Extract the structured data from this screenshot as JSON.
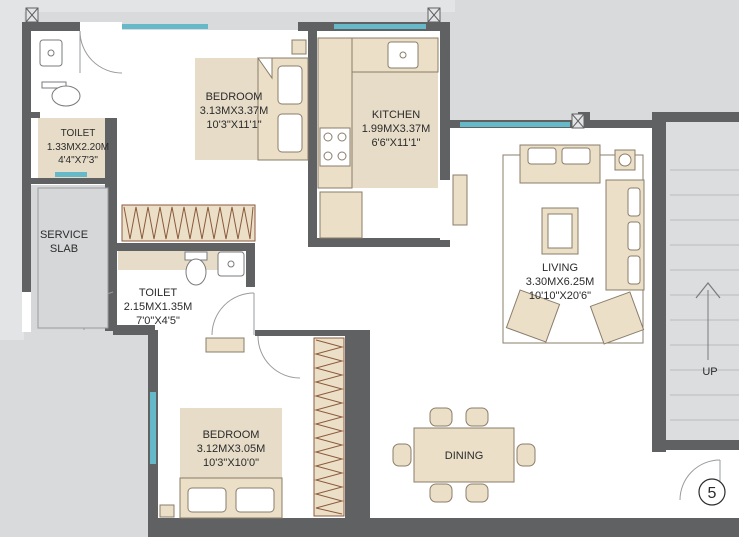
{
  "rooms": {
    "toilet_1": {
      "name": "TOILET",
      "size_m": "1.33MX2.20M",
      "size_ft": "4'4\"X7'3\""
    },
    "bedroom_1": {
      "name": "BEDROOM",
      "size_m": "3.13MX3.37M",
      "size_ft": "10'3\"X11'1\""
    },
    "kitchen": {
      "name": "KITCHEN",
      "size_m": "1.99MX3.37M",
      "size_ft": "6'6\"X11'1\""
    },
    "service_slab": {
      "line1": "SERVICE",
      "line2": "SLAB"
    },
    "toilet_2": {
      "name": "TOILET",
      "size_m": "2.15MX1.35M",
      "size_ft": "7'0\"X4'5\""
    },
    "living": {
      "name": "LIVING",
      "size_m": "3.30MX6.25M",
      "size_ft": "10'10\"X20'6\""
    },
    "bedroom_2": {
      "name": "BEDROOM",
      "size_m": "3.12MX3.05M",
      "size_ft": "10'3\"X10'0\""
    },
    "dining": {
      "name": "DINING"
    }
  },
  "stair": {
    "label": "UP"
  },
  "lift": {
    "number": "5"
  },
  "colors": {
    "wall": "#5f6163",
    "floor": "#ffffff",
    "tile": "#e7dcc8",
    "furniture": "#ecdfc8",
    "furniture_stroke": "#8a7d6a",
    "wardrobe_stroke": "#8b5a3c",
    "window": "#66b9c9",
    "stair": "#dcdddf",
    "background": "#d9dadb"
  }
}
